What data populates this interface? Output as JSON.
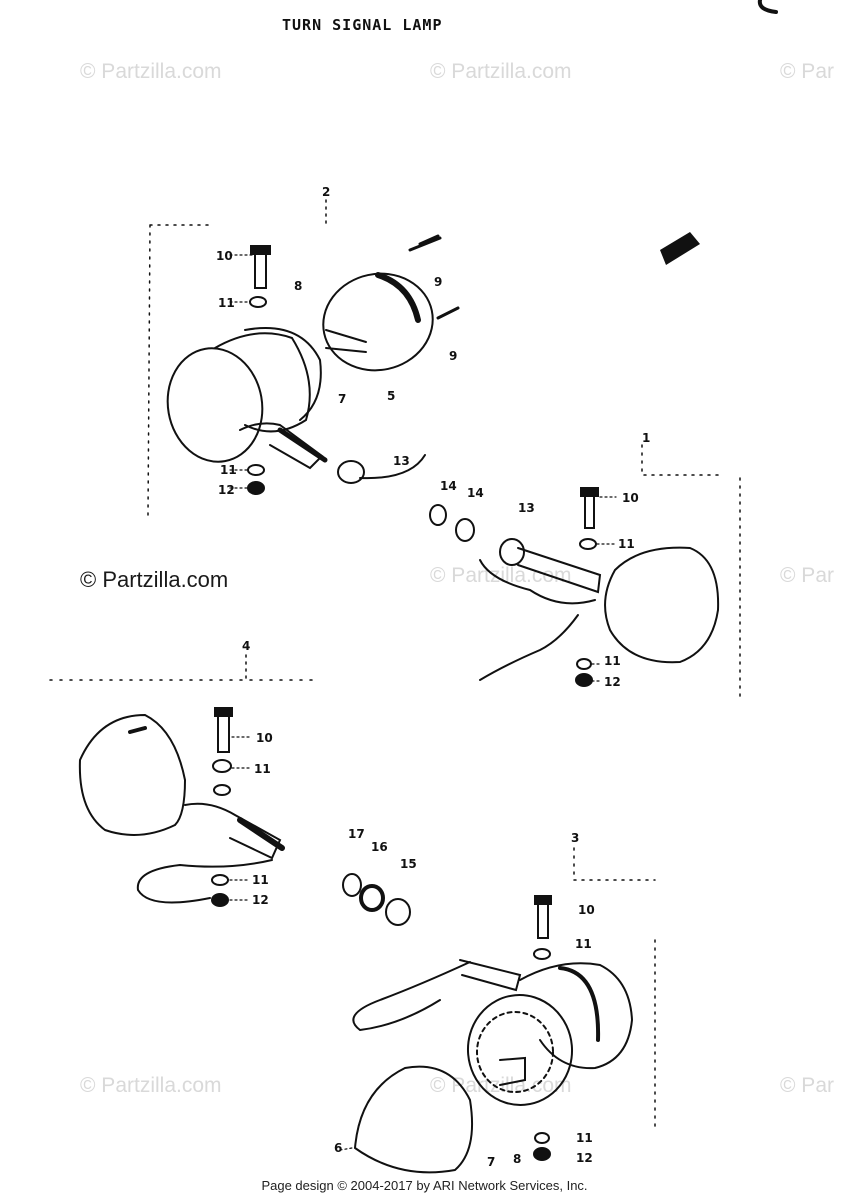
{
  "title": "TURN SIGNAL LAMP",
  "watermarks": [
    "© Partzilla.com",
    "© Partzilla.com",
    "© Par"
  ],
  "watermark_main": "© Partzilla.com",
  "footer": "Page design © 2004-2017 by ARI Network Services, Inc.",
  "part_labels": [
    "1",
    "2",
    "3",
    "4",
    "5",
    "6",
    "7",
    "8",
    "9",
    "10",
    "11",
    "12",
    "13",
    "14",
    "15",
    "16",
    "17"
  ]
}
